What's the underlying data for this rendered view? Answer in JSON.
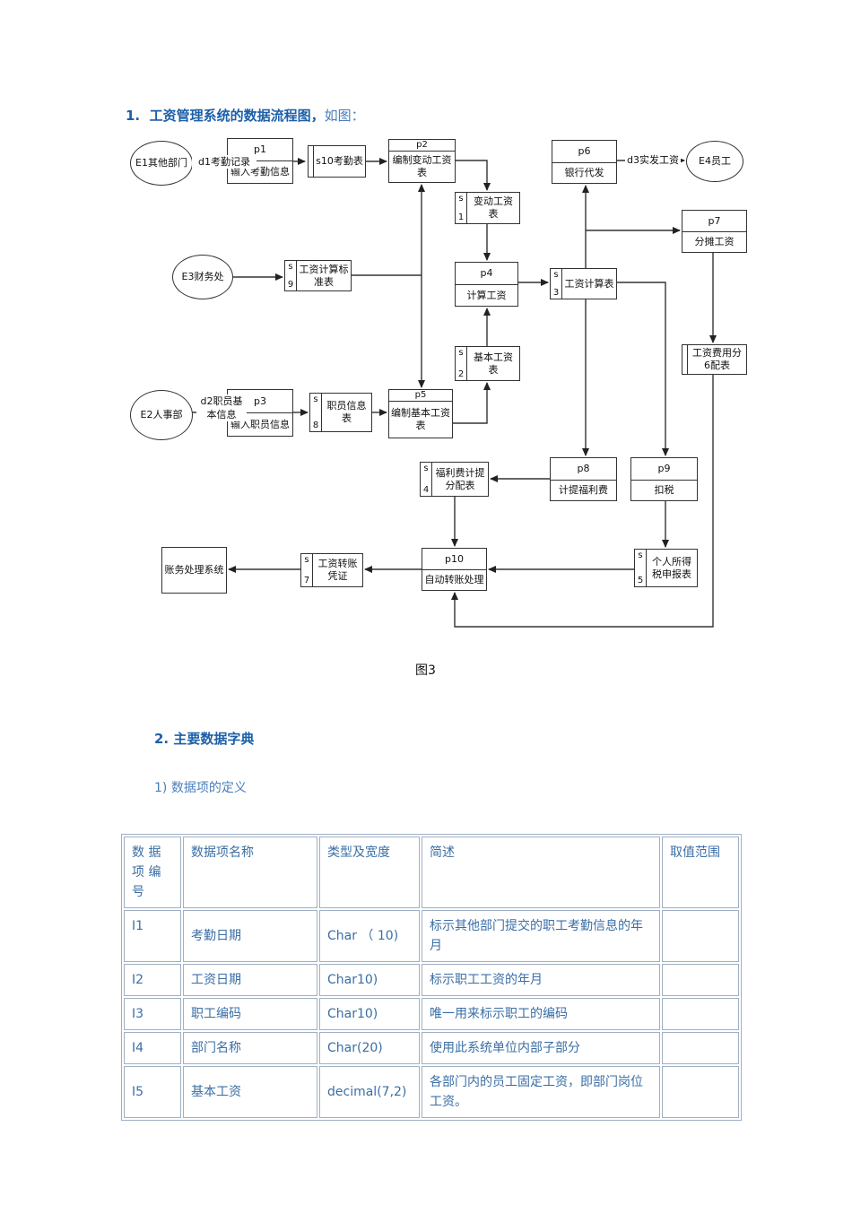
{
  "page": {
    "title_number": "1.",
    "title": "工资管理系统的数据流程图，",
    "title_suffix": "如图：",
    "figure_caption": "图3",
    "section2": "2.  主要数据字典",
    "subsection1": "1)  数据项的定义"
  },
  "diagram": {
    "entities": [
      {
        "label": "E1其他部门"
      },
      {
        "label": "E3财务处"
      },
      {
        "label": "E2人事部"
      },
      {
        "label": "E4员工"
      }
    ],
    "external_system": {
      "label": "账务处理系统"
    },
    "processes": [
      {
        "id": "p1",
        "name": "输入考勤信息"
      },
      {
        "id": "p2",
        "name": "编制变动工资表"
      },
      {
        "id": "p3",
        "name": "输入职员信息"
      },
      {
        "id": "p4",
        "name": "计算工资"
      },
      {
        "id": "p5",
        "name": "编制基本工资表"
      },
      {
        "id": "p6",
        "name": "银行代发"
      },
      {
        "id": "p7",
        "name": "分摊工资"
      },
      {
        "id": "p8",
        "name": "计提福利费"
      },
      {
        "id": "p9",
        "name": "扣税"
      },
      {
        "id": "p10",
        "name": "自动转账处理"
      }
    ],
    "stores": [
      {
        "id_lines": [
          "",
          ""
        ],
        "name": "s10考勤表"
      },
      {
        "id_lines": [
          "s",
          "1"
        ],
        "name": "变动工资表"
      },
      {
        "id_lines": [
          "s",
          "9"
        ],
        "name": "工资计算标准表"
      },
      {
        "id_lines": [
          "s",
          "3"
        ],
        "name": "工资计算表"
      },
      {
        "id_lines": [
          "s",
          "2"
        ],
        "name": "基本工资表"
      },
      {
        "id_lines": [
          "s",
          "8"
        ],
        "name": "职员信息表"
      },
      {
        "id_lines": [
          "",
          ""
        ],
        "name": "工资费用分6配表"
      },
      {
        "id_lines": [
          "s",
          "4"
        ],
        "name": "福利费计提分配表"
      },
      {
        "id_lines": [
          "s",
          "5"
        ],
        "name": "个人所得税申报表"
      },
      {
        "id_lines": [
          "s",
          "7"
        ],
        "name": "工资转账凭证"
      }
    ],
    "flow_labels": [
      {
        "text": "d1考勤记录"
      },
      {
        "text": "d2职员基本信息"
      },
      {
        "text": "d3实发工资"
      }
    ]
  },
  "table": {
    "headers": [
      "数 据 项 编号",
      "数据项名称",
      "类型及宽度",
      "简述",
      "取值范围"
    ],
    "rows": [
      {
        "no": "I1",
        "name": "考勤日期",
        "type": "Char （ 10)",
        "desc": "标示其他部门提交的职工考勤信息的年月",
        "range": ""
      },
      {
        "no": "I2",
        "name": "工资日期",
        "type": "Char10)",
        "desc": "标示职工工资的年月",
        "range": ""
      },
      {
        "no": "I3",
        "name": "职工编码",
        "type": "Char10)",
        "desc": "唯一用来标示职工的编码",
        "range": ""
      },
      {
        "no": "I4",
        "name": "部门名称",
        "type": "Char(20)",
        "desc": "使用此系统单位内部子部分",
        "range": ""
      },
      {
        "no": "I5",
        "name": "基本工资",
        "type": "decimal(7,2)",
        "desc": "各部门内的员工固定工资，即部门岗位工资。",
        "range": ""
      }
    ]
  }
}
